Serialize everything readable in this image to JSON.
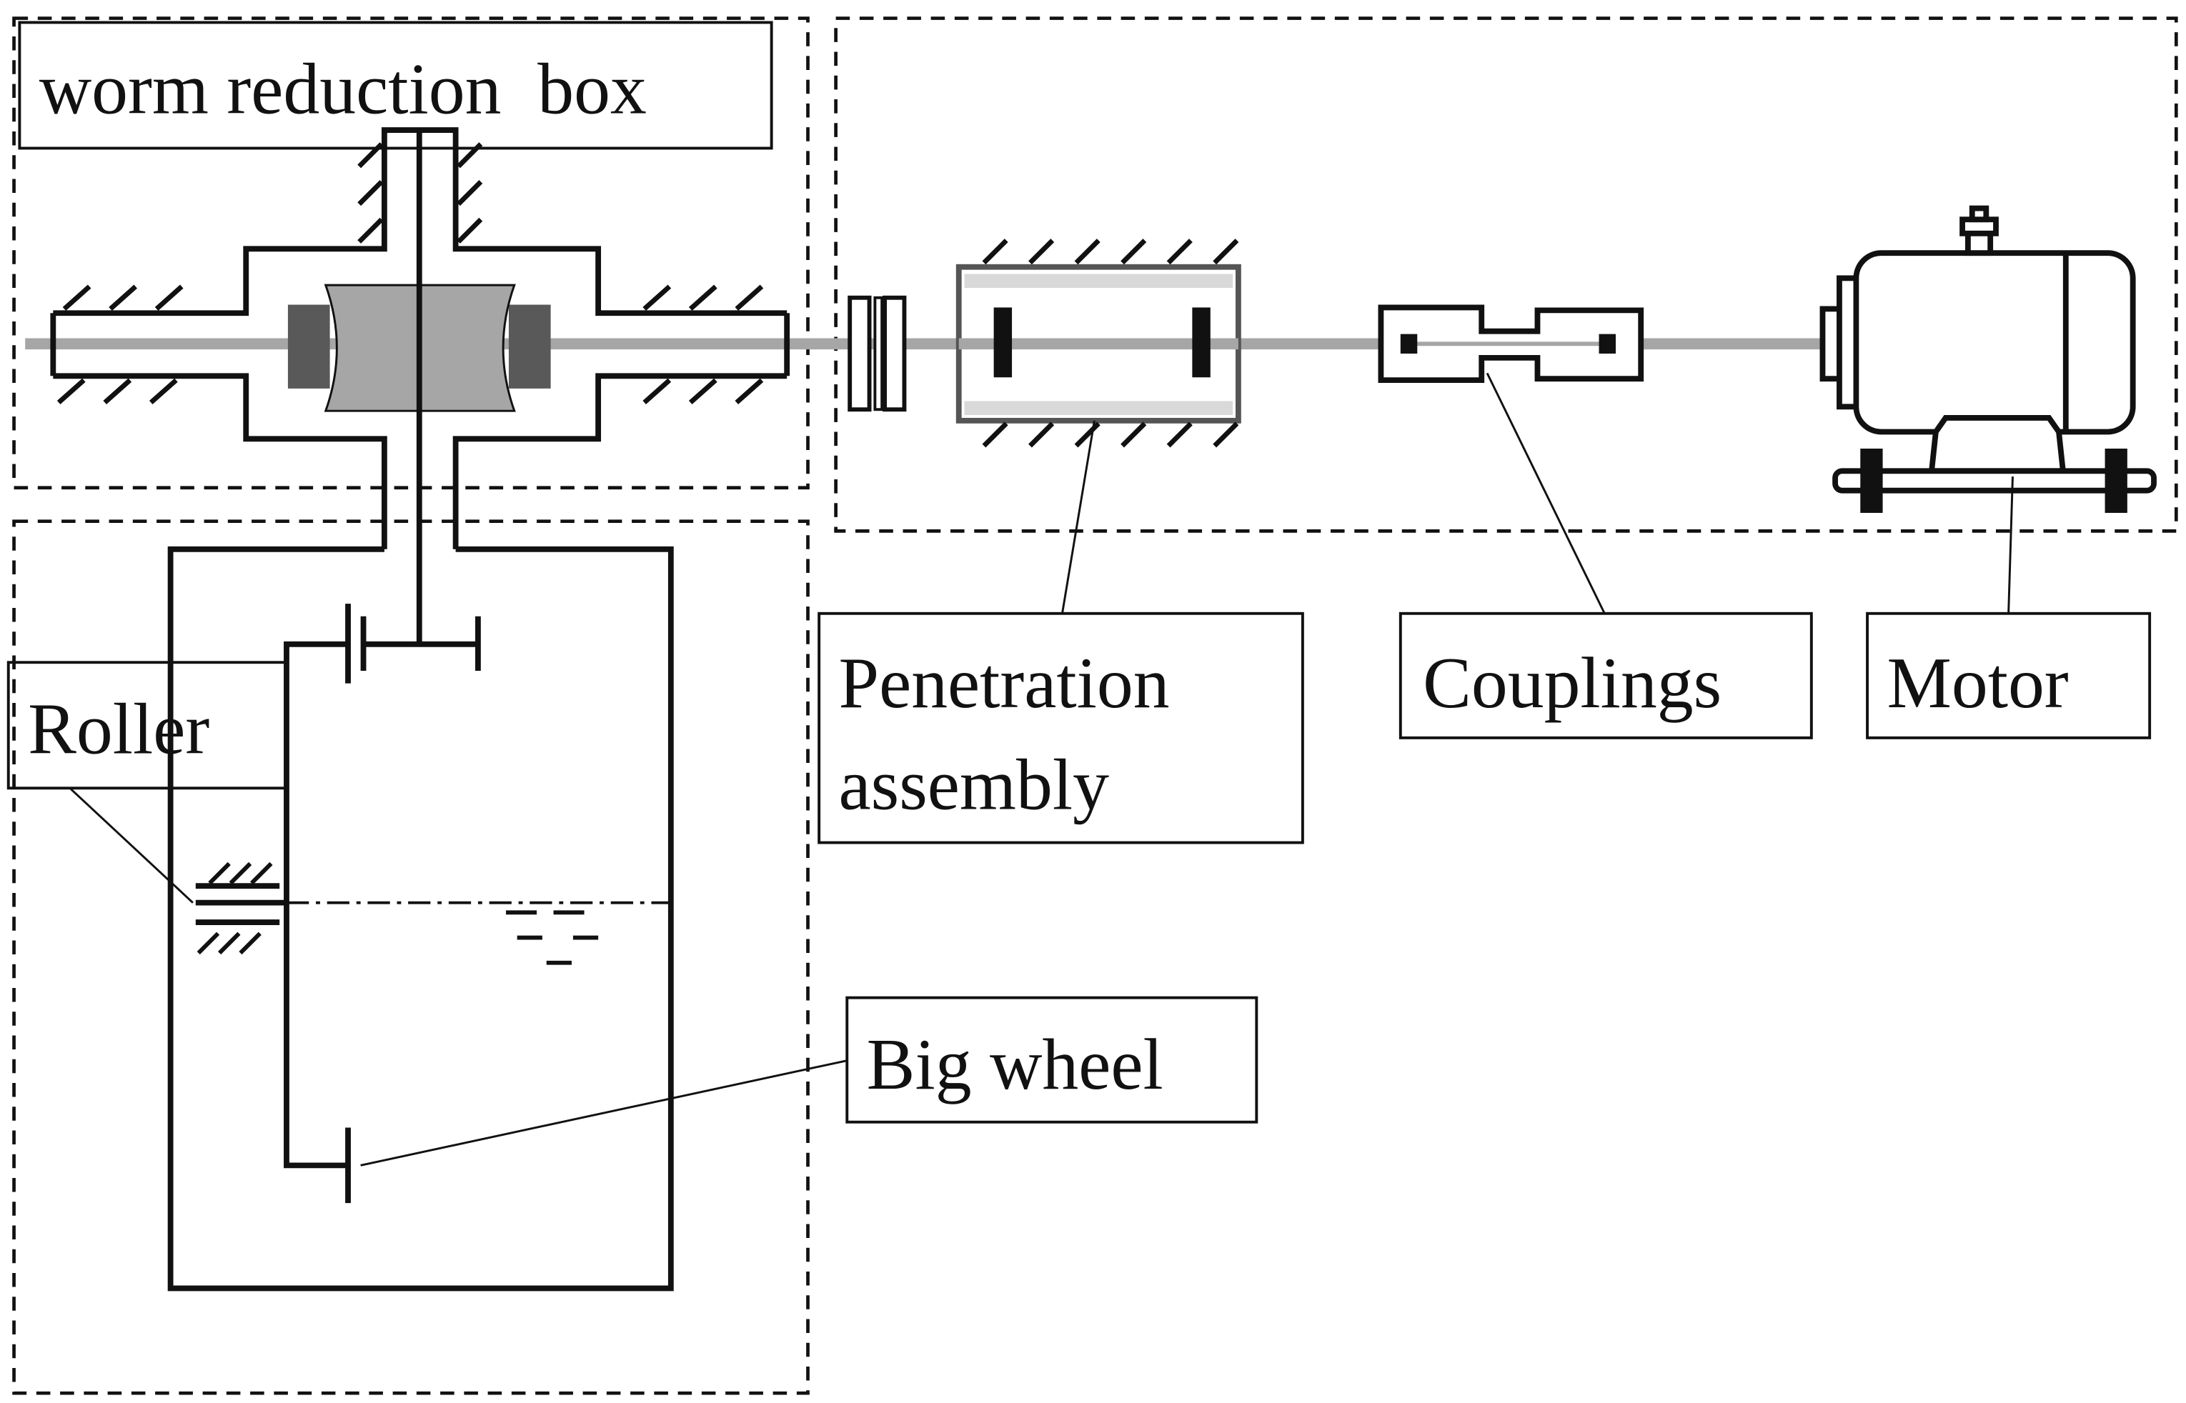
{
  "labels": {
    "worm_reduction_box": "worm reduction  box",
    "penetration_line1": "Penetration",
    "penetration_line2": "assembly",
    "couplings": "Couplings",
    "motor": "Motor",
    "roller": "Roller",
    "big_wheel": "Big wheel"
  },
  "colors": {
    "line": "#111111",
    "shaft": "#a6a6a6",
    "worm_dark": "#595959",
    "worm_body": "#a6a6a6",
    "liner": "#d9d9d9",
    "background": "#ffffff"
  }
}
